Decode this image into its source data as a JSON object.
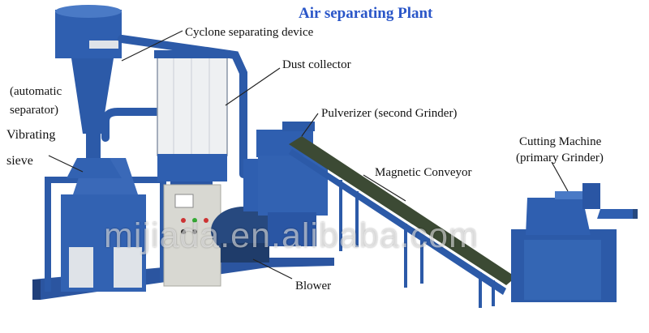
{
  "title": "Air separating Plant",
  "labels": {
    "cyclone": "Cyclone separating device",
    "dust_collector": "Dust collector",
    "pulverizer": "Pulverizer (second Grinder)",
    "auto_line1": "(automatic",
    "auto_line2": "separator)",
    "vibrating_line1": "Vibrating",
    "vibrating_line2": "sieve",
    "magnetic_conveyor": "Magnetic Conveyor",
    "cutting_line1": "Cutting Machine",
    "cutting_line2": "(primary Grinder)",
    "blower": "Blower"
  },
  "watermark": "mijiada.en.alibaba.com",
  "colors": {
    "machine_blue": "#2c5aa8",
    "title_blue": "#2a56c8",
    "filter_white": "#eef0f2",
    "control_box": "#d8d8d2",
    "belt_dark": "#3c4a34"
  }
}
